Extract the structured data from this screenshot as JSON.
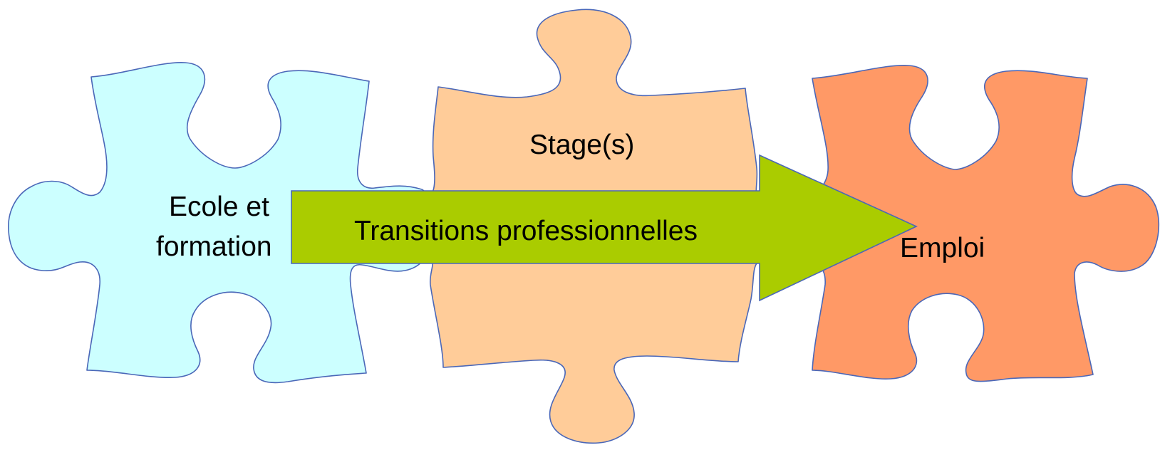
{
  "pieces": {
    "left": {
      "label_line1": "Ecole et",
      "label_line2": "formation",
      "fill": "#CCFFFF",
      "stroke": "#4A67B8"
    },
    "middle": {
      "label": "Stage(s)",
      "fill": "#FFCC99",
      "stroke": "#4A67B8"
    },
    "right": {
      "label": "Emploi",
      "fill": "#FF9966",
      "stroke": "#4A67B8"
    }
  },
  "arrow": {
    "label": "Transitions professionnelles",
    "fill": "#AACC00",
    "stroke": "#4A67B8"
  }
}
